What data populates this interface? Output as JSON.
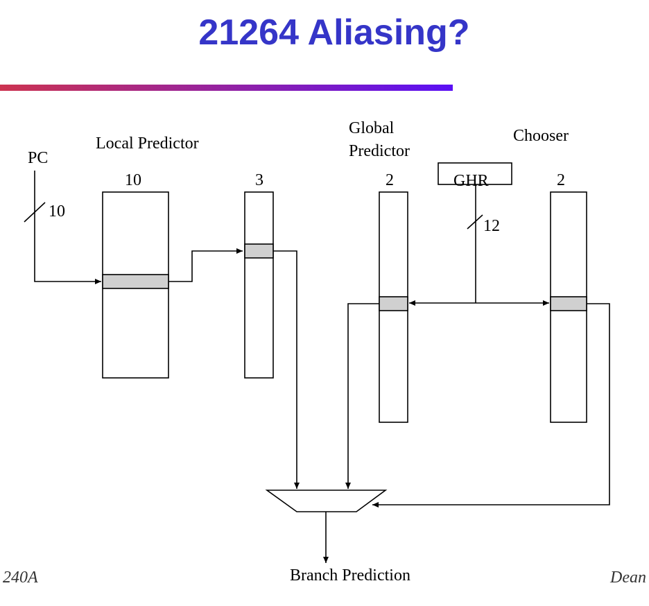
{
  "title": "21264 Aliasing?",
  "labels": {
    "pc": "PC",
    "pc_bits": "10",
    "local_predictor": "Local Predictor",
    "local_table_bits": "10",
    "local_counter_bits": "3",
    "global_predictor_line1": "Global",
    "global_predictor_line2": "Predictor",
    "global_bits": "2",
    "ghr": "GHR",
    "ghr_bits": "12",
    "chooser": "Chooser",
    "chooser_bits": "2",
    "output": "Branch Prediction"
  },
  "footer": {
    "left": "240A",
    "right": "Dean"
  },
  "colors": {
    "title": "#3535c8",
    "bar_start": "#cc3350",
    "bar_end": "#5a10f5",
    "row_fill": "#d0d0d0"
  }
}
